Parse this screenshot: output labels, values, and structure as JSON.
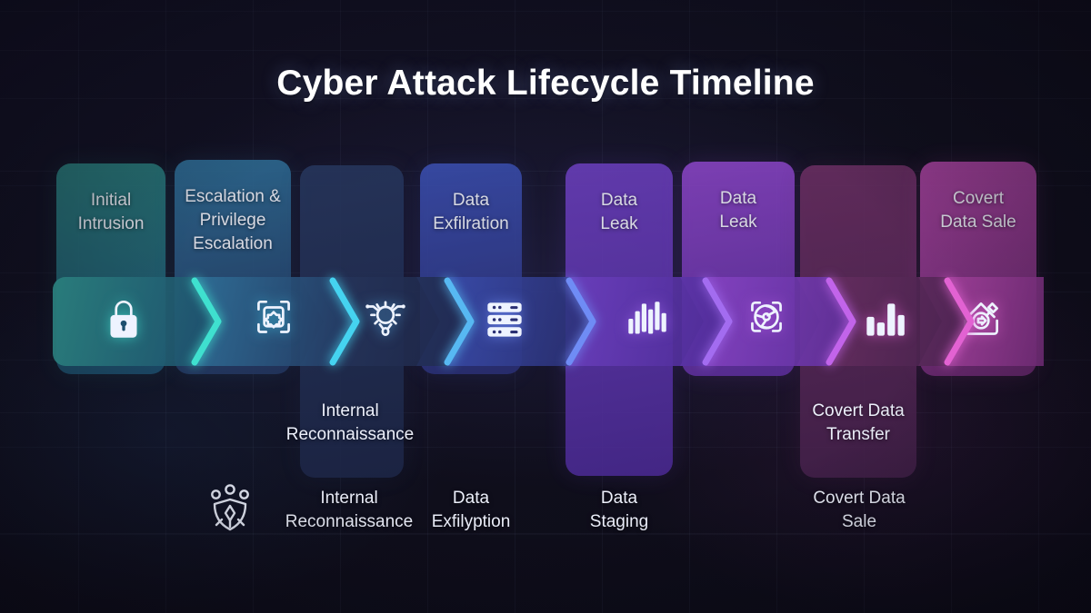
{
  "header": {
    "title": "Cyber Attack Lifecycle Timeline"
  },
  "theme": {
    "background": "#100f1d",
    "title_color": "#ffffff",
    "label_color": "#eceffa",
    "accent_start": "#2fbfae",
    "accent_mid": "#4a6fd6",
    "accent_end": "#d75ec4"
  },
  "stages": [
    {
      "id": "initial-intrusion",
      "top_label": "Initial\nIntrusion",
      "icon": "padlock-icon",
      "card_color_start": "#2a7f7d",
      "card_color_end": "#1d4f6e",
      "chevron_color": "#3fe0cf"
    },
    {
      "id": "escalation-privilege-escalation",
      "top_label": "Escalation &\nPrivilege\nEscalation",
      "icon": "scan-frame-shield-icon",
      "card_color_start": "#2f6f97",
      "card_color_end": "#23365f",
      "chevron_color": "#45d3f0"
    },
    {
      "id": "internal-reconnaissance",
      "top_label": "",
      "icon": "radiating-node-icon",
      "card_color_start": "#27375e",
      "card_color_end": "#1d2647",
      "chevron_color": "#57b8f2"
    },
    {
      "id": "data-exfilration",
      "top_label": "Data\nExfilration",
      "icon": "server-rack-icon",
      "card_color_start": "#3b4fb0",
      "card_color_end": "#2a2f73",
      "chevron_color": "#6f8cf5"
    },
    {
      "id": "data-leak-one",
      "top_label": "Data\nLeak",
      "icon": "equalizer-bars-icon",
      "card_color_start": "#6b3fbd",
      "card_color_end": "#4a2a93",
      "chevron_color": "#a36cf0"
    },
    {
      "id": "data-leak-two",
      "top_label": "Data\nLeak",
      "icon": "disc-frame-icon",
      "card_color_start": "#8a45c6",
      "card_color_end": "#5c2f9b",
      "chevron_color": "#c264ea"
    },
    {
      "id": "covert-data-transfer",
      "top_label": "",
      "icon": "bar-chart-icon",
      "card_color_start": "#6b2f63",
      "card_color_end": "#43214a",
      "chevron_color": "#e262d2"
    },
    {
      "id": "covert-data-sale",
      "top_label": "Covert\nData Sale",
      "icon": "upload-outbox-icon",
      "card_color_start": "#a8439f",
      "card_color_end": "#6c2a72",
      "chevron_color": "#f06fd8"
    }
  ],
  "floating_labels": [
    {
      "id": "internal-reconnaissance-upper",
      "text": "Internal\nReconnaissance"
    },
    {
      "id": "covert-data-transfer-upper",
      "text": "Covert Data\nTransfer"
    },
    {
      "id": "internal-reconnaissance-lower",
      "text": "Internal\nReconnaissance"
    },
    {
      "id": "data-exfilyption-lower",
      "text": "Data\nExfilyption"
    },
    {
      "id": "data-staging-lower",
      "text": "Data\nStaging"
    },
    {
      "id": "covert-data-sale-lower",
      "text": "Covert Data\nSale"
    }
  ],
  "decorations": [
    {
      "id": "crest-shield",
      "icon": "crowned-shield-icon"
    }
  ]
}
